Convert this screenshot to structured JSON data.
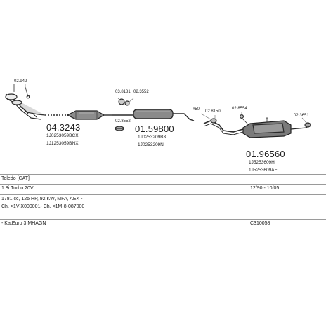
{
  "parts": [
    {
      "code": "04.3243",
      "oem1": "1J0253059BCX",
      "oem2": "1J1253059BNX"
    },
    {
      "code": "01.59800",
      "oem1": "1J0253209B3",
      "oem2": "1J0253209N"
    },
    {
      "code": "01.96560",
      "oem1": "1J5253609H",
      "oem2": "1J5253609AF"
    }
  ],
  "small_parts": [
    "02.942",
    "03.8181",
    "02.3552",
    "02.8552",
    "02.8150",
    "02.8554",
    "02.3651",
    "#50"
  ],
  "info_rows": [
    {
      "left": "Toledo [CAT]",
      "right": ""
    },
    {
      "left": "1.8i Turbo 20V",
      "right": "12/90 - 10/05"
    },
    {
      "left": "1781 cc, 125 HP, 92 KW, MFA, AEK -",
      "right": ""
    },
    {
      "left": "Ch. >1V-X000001- Ch. <1M-8-087000",
      "right": ""
    },
    {
      "left": "- KatEuro 3 MHAGN",
      "right": "C310058"
    }
  ]
}
